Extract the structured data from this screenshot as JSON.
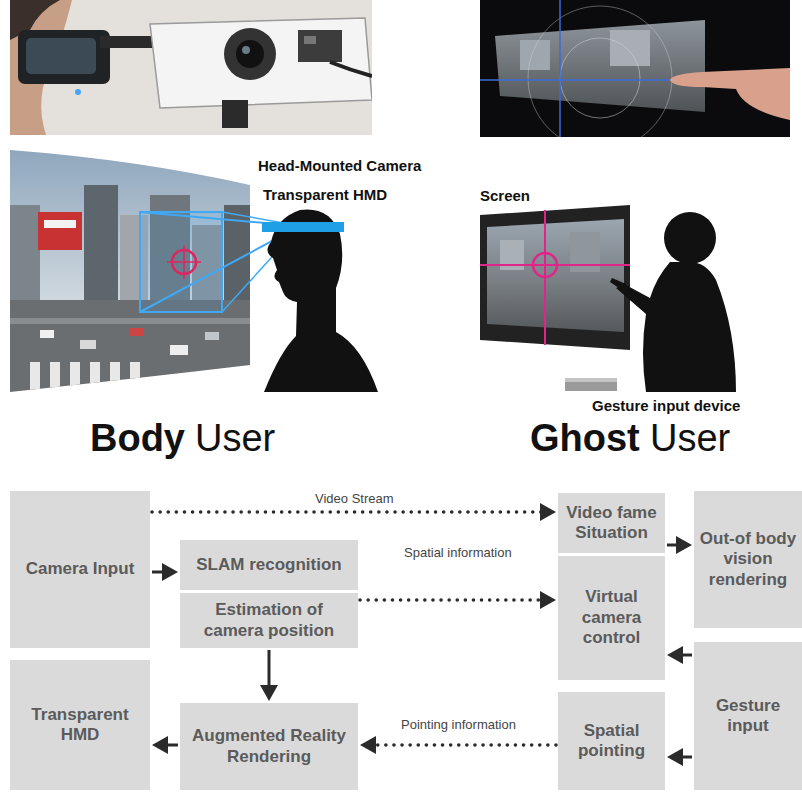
{
  "diagram": {
    "nodes": [
      {
        "text": [
          "Camera Input"
        ]
      },
      {
        "text": [
          "SLAM recognition"
        ]
      },
      {
        "text": [
          "Estimation of camera position"
        ]
      },
      {
        "text": [
          "Video fame Situation"
        ]
      },
      {
        "text": [
          "Virtual camera control"
        ]
      },
      {
        "text": [
          "Out-of body vision rendering"
        ]
      },
      {
        "text": [
          "Transparent HMD"
        ]
      },
      {
        "text": [
          "Augmented Reality Rendering"
        ]
      },
      {
        "text": [
          "Spatial pointing"
        ]
      },
      {
        "text": [
          "Gesture input"
        ]
      }
    ],
    "edges": [
      {
        "from": 0,
        "to": 1,
        "arrow": "to"
      },
      {
        "from": 0,
        "to": 3,
        "label": "Video Stream",
        "arrow": "to"
      },
      {
        "from": 2,
        "to": 4,
        "label": "Spatial information",
        "arrow": "to"
      },
      {
        "from": 2,
        "to": 7,
        "arrow": "to"
      },
      {
        "from": 7,
        "to": 6,
        "arrow": "to"
      },
      {
        "from": 8,
        "to": 7,
        "label": "Pointing information",
        "arrow": "to"
      },
      {
        "from": 3,
        "to": 5,
        "arrow": "to"
      },
      {
        "from": 9,
        "to": 4,
        "arrow": "to"
      },
      {
        "from": 9,
        "to": 8,
        "arrow": "to"
      }
    ],
    "labels": [
      "Head-Mounted Camera",
      "Transparent HMD",
      "Screen",
      "Gesture input device",
      "Body",
      "User",
      "Ghost",
      "User"
    ]
  }
}
